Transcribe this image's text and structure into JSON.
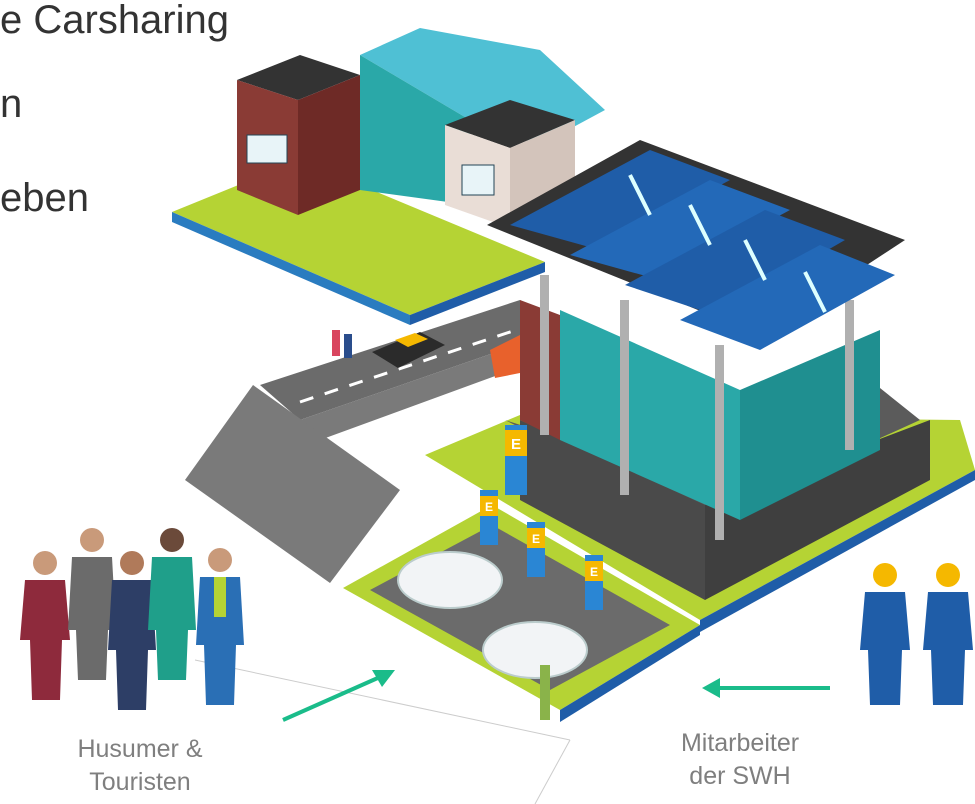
{
  "slide_text": {
    "line1": "e Carsharing",
    "line2": "n",
    "line3": "eben"
  },
  "illustration": {
    "charging_marker": "E",
    "left_group_caption_line1": "Husumer &",
    "left_group_caption_line2": "Touristen",
    "right_group_caption_line1": "Mitarbeiter",
    "right_group_caption_line2": "der SWH"
  },
  "colors": {
    "grass": "#b5d334",
    "solar_panel": "#1f5da8",
    "facade_glass": "#2aa8a8",
    "road": "#6b6b6b",
    "charging_yellow": "#f5b800",
    "arrow_green": "#1abc8a",
    "caption_gray": "#7f7f7f"
  }
}
